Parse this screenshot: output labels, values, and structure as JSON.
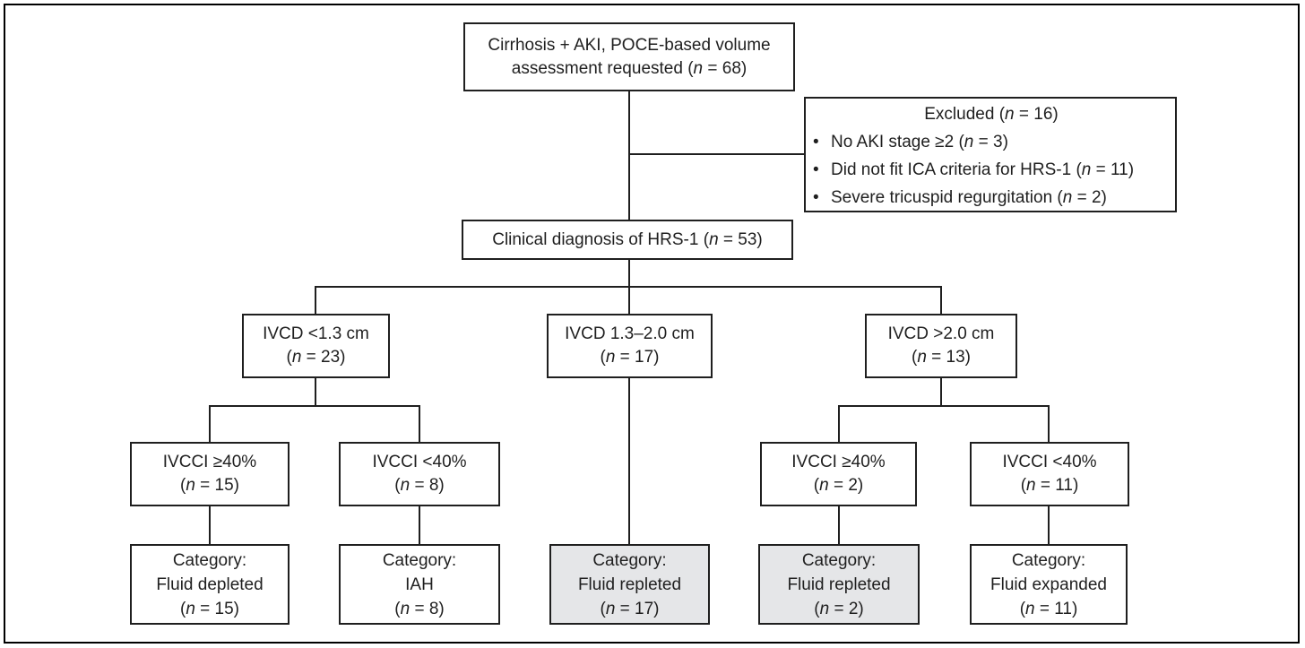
{
  "figure_title": "HRS-1 POCE volume assessment flowchart",
  "colors": {
    "background": "#ffffff",
    "box_border": "#1f1f1f",
    "connector_line": "#1f1f1f",
    "shaded_box_fill": "#e5e6e8",
    "outer_frame": "#000000"
  },
  "boxes": {
    "enrollment": {
      "lines": [
        "Cirrhosis + AKI, POCE-based volume",
        "assessment requested (n = 68)"
      ]
    },
    "excluded": {
      "title": "Excluded (n = 16)",
      "bullet_char": "•",
      "bullets": [
        "No AKI stage ≥2 (n = 3)",
        "Did not fit ICA criteria for HRS-1 (n = 11)",
        "Severe tricuspid regurgitation (n = 2)"
      ]
    },
    "hrs_diagnosis": {
      "lines": [
        "Clinical diagnosis of HRS-1 (n = 53)"
      ]
    },
    "ivcd_low": {
      "lines": [
        "IVCD <1.3 cm",
        "(n = 23)"
      ]
    },
    "ivcd_mid": {
      "lines": [
        "IVCD 1.3–2.0 cm",
        "(n = 17)"
      ]
    },
    "ivcd_high": {
      "lines": [
        "IVCD >2.0 cm",
        "(n = 13)"
      ]
    },
    "ivcci_low_high": {
      "lines": [
        "IVCCI ≥40%",
        "(n = 15)"
      ]
    },
    "ivcci_low_low": {
      "lines": [
        "IVCCI <40%",
        "(n = 8)"
      ]
    },
    "ivcci_high_high": {
      "lines": [
        "IVCCI ≥40%",
        "(n = 2)"
      ]
    },
    "ivcci_high_low": {
      "lines": [
        "IVCCI <40%",
        "(n = 11)"
      ]
    },
    "cat_fluid_depleted": {
      "lines": [
        "Category:",
        "Fluid depleted",
        "(n = 15)"
      ],
      "shaded": false
    },
    "cat_iah": {
      "lines": [
        "Category:",
        "IAH",
        "(n = 8)"
      ],
      "shaded": false
    },
    "cat_fluid_repleted_mid": {
      "lines": [
        "Category:",
        "Fluid repleted",
        "(n = 17)"
      ],
      "shaded": true
    },
    "cat_fluid_repleted_right": {
      "lines": [
        "Category:",
        "Fluid repleted",
        "(n = 2)"
      ],
      "shaded": true
    },
    "cat_fluid_expanded": {
      "lines": [
        "Category:",
        "Fluid expanded",
        "(n = 11)"
      ],
      "shaded": false
    }
  }
}
